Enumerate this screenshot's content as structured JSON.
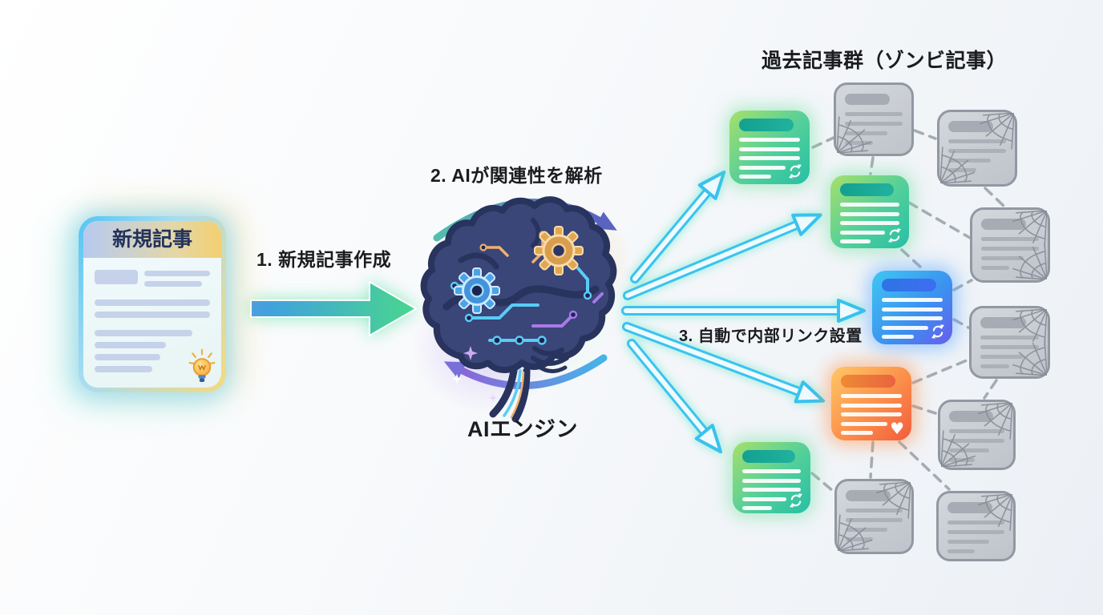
{
  "labels": {
    "new_article_title": "新規記事",
    "step1": "1. 新規記事作成",
    "step2": "2. AIが関連性を解析",
    "step3": "3. 自動で内部リンク設置",
    "ai_engine": "AIエンジン",
    "zombie_group_title": "過去記事群（ゾンビ記事）"
  },
  "icons": {
    "heart_glyph": "♥",
    "refresh": "refresh-icon",
    "lightbulb": "lightbulb-icon",
    "cobweb": "cobweb-decoration",
    "brain": "ai-brain-icon"
  },
  "cards": {
    "revived": [
      {
        "name": "revived-card-green-1",
        "style": "green",
        "badge": "refresh"
      },
      {
        "name": "revived-card-green-2",
        "style": "green",
        "badge": "refresh"
      },
      {
        "name": "revived-card-blue",
        "style": "blue",
        "badge": "refresh"
      },
      {
        "name": "revived-card-orange",
        "style": "orange",
        "badge": "heart"
      },
      {
        "name": "revived-card-green-3",
        "style": "green",
        "badge": "refresh"
      }
    ],
    "zombie_count": 7
  },
  "colors": {
    "label_text": "#1b1c1f",
    "background": [
      "#ffffff",
      "#ecf0f5"
    ],
    "new_card_border": [
      "#55c5f2",
      "#f6d97c"
    ],
    "new_card_header": [
      "#b7c9f0",
      "#f4cf70"
    ],
    "new_card_lines": "#c5d2ea",
    "flow_arrow_gradient": [
      "#3f9be8",
      "#49d68e"
    ],
    "link_arrow_stroke": "#38c2ee",
    "link_arrow_fill": "#eefaff",
    "green_card": [
      "#a5e06b",
      "#27bfa6"
    ],
    "green_card_header": "#14a090",
    "blue_card": [
      "#3fc6f2",
      "#6a5cec"
    ],
    "blue_card_header": "#2d74e6",
    "orange_card": [
      "#ffc766",
      "#f25c3c"
    ],
    "orange_card_header": "#ee8a33",
    "zombie_card_body": "#cdd0d6",
    "zombie_card_border": "#9298a2",
    "connector_dash": "#99a0aa",
    "cycle_arrow_gradient": [
      "#52bfae",
      "#5a63c0",
      "#8a66d8"
    ]
  }
}
